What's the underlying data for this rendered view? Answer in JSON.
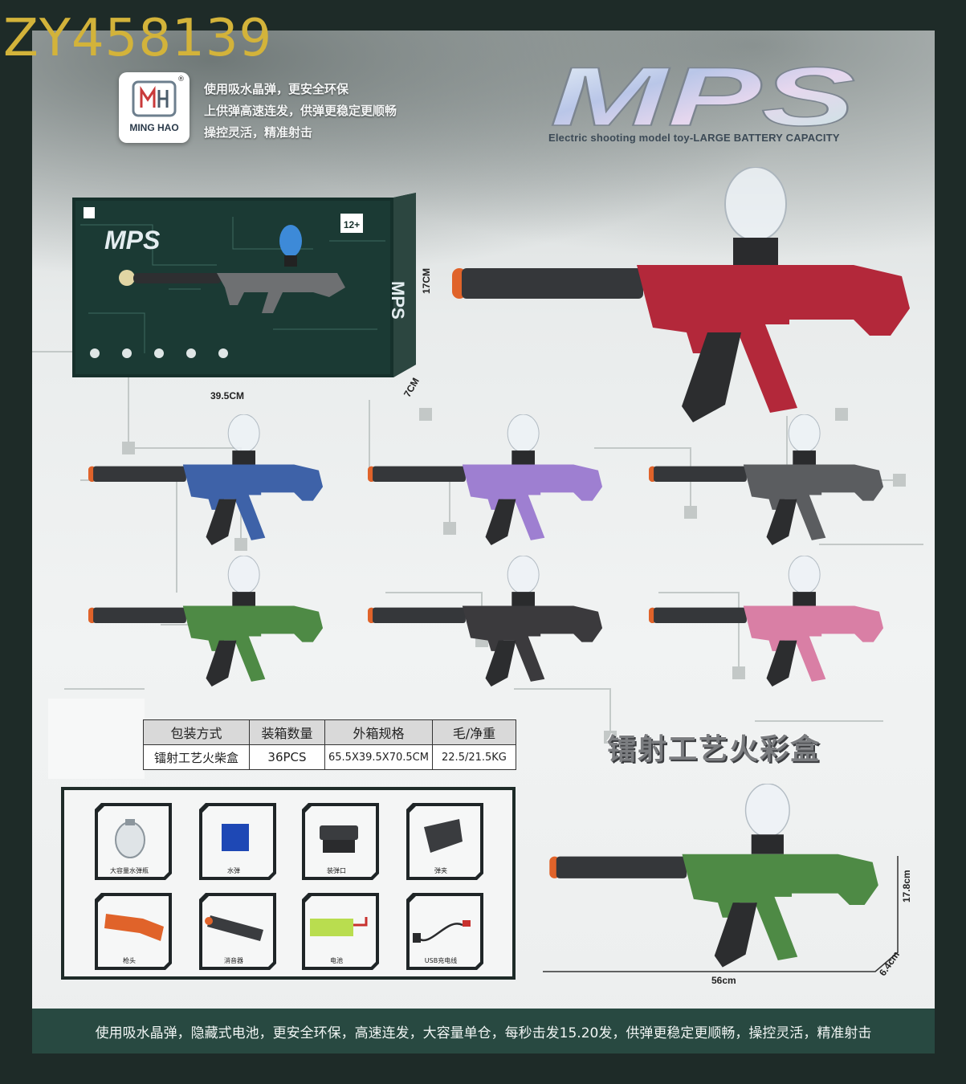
{
  "product_code": "ZY458139",
  "logo": {
    "name": "MING HAO",
    "monogram": "MH",
    "reg": "®"
  },
  "features": [
    "使用吸水晶弹，更安全环保",
    "上供弹高速连发，供弹更稳定更顺畅",
    "操控灵活，精准射击"
  ],
  "brand": {
    "title": "MPS",
    "subtitle": "Electric shooting model toy-LARGE BATTERY CAPACITY"
  },
  "box_dimensions": {
    "width": "39.5CM",
    "height": "17CM",
    "depth": "7CM"
  },
  "gun_dimensions": {
    "length": "56cm",
    "height": "17.8cm",
    "depth": "6.4cm"
  },
  "variants": [
    {
      "name": "flag",
      "color": "#b3283a"
    },
    {
      "name": "blue",
      "color": "#3e62a8"
    },
    {
      "name": "purple",
      "color": "#9e7fd1"
    },
    {
      "name": "black-white",
      "color": "#4a4c4e"
    },
    {
      "name": "green",
      "color": "#4e8a45"
    },
    {
      "name": "black-red",
      "color": "#3b3a3d"
    },
    {
      "name": "pink",
      "color": "#d97fa5"
    }
  ],
  "spec_table": {
    "headers": [
      "包装方式",
      "装箱数量",
      "外箱规格",
      "毛/净重"
    ],
    "rows": [
      [
        "镭射工艺火柴盒",
        "36PCS",
        "65.5X39.5X70.5CM",
        "22.5/21.5KG"
      ]
    ]
  },
  "laser_caption": "镭射工艺火彩盒",
  "accessories": [
    {
      "label": "大容量水弹瓶",
      "icon": "bottle-icon"
    },
    {
      "label": "水弹",
      "icon": "gel-beads-icon"
    },
    {
      "label": "装弹口",
      "icon": "loader-icon"
    },
    {
      "label": "弹夹",
      "icon": "magazine-icon"
    },
    {
      "label": "枪头",
      "icon": "muzzle-icon"
    },
    {
      "label": "消音器",
      "icon": "silencer-icon"
    },
    {
      "label": "电池",
      "icon": "battery-icon"
    },
    {
      "label": "USB充电线",
      "icon": "usb-cable-icon"
    }
  ],
  "footer_text": "使用吸水晶弹，隐藏式电池，更安全环保，高速连发，大容量单仓，每秒击发15.20发，供弹更稳定更顺畅，操控灵活，精准射击",
  "colors": {
    "footer": "#284941",
    "frame_border": "#1e2b28",
    "code": "#d3b33a",
    "muzzle": "#e0632a"
  }
}
